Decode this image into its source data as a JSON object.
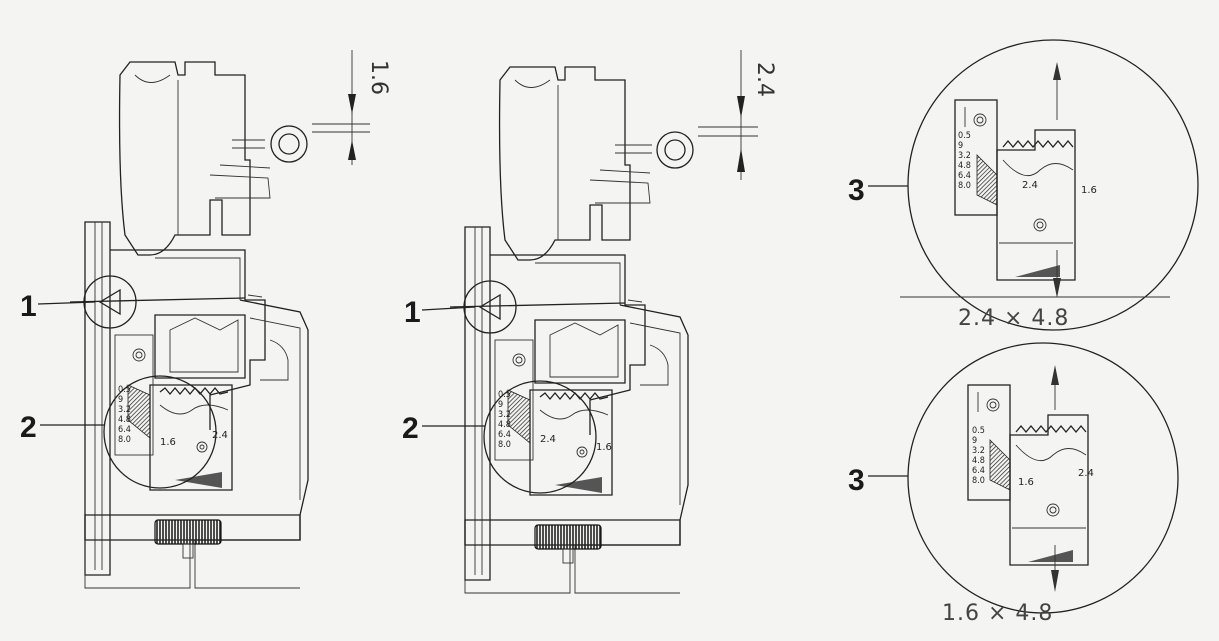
{
  "callouts": {
    "left_1": "1",
    "left_2": "2",
    "middle_1": "1",
    "middle_2": "2",
    "right_top_3": "3",
    "right_bottom_3": "3"
  },
  "dimensions": {
    "left_gap": "1.6",
    "middle_gap": "2.4"
  },
  "scale_values": [
    "0.5",
    "9",
    "3.2",
    "4.8",
    "6.4",
    "8.0"
  ],
  "dial_labels": {
    "left_a": "1.6",
    "left_b": "2.4",
    "middle_a": "2.4",
    "middle_b": "1.6",
    "top_a": "2.4",
    "top_b": "1.6",
    "bottom_a": "1.6",
    "bottom_b": "2.4"
  },
  "captions": {
    "top": "2.4  ×  4.8",
    "bottom": "1.6  ×  4.8"
  }
}
